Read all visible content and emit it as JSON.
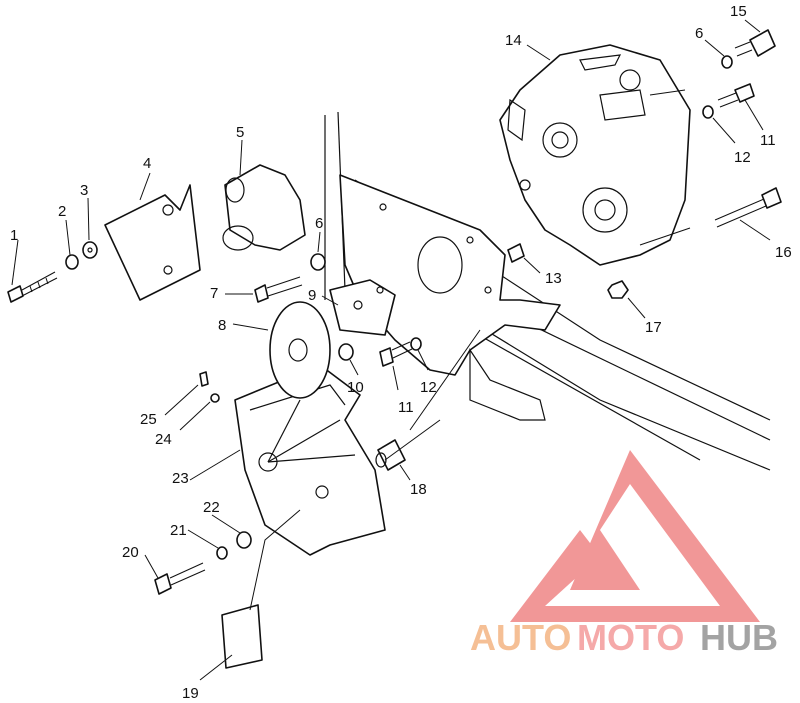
{
  "callouts": [
    {
      "id": "1",
      "text": "1"
    },
    {
      "id": "2",
      "text": "2"
    },
    {
      "id": "3",
      "text": "3"
    },
    {
      "id": "4",
      "text": "4"
    },
    {
      "id": "5",
      "text": "5"
    },
    {
      "id": "6a",
      "text": "6"
    },
    {
      "id": "6b",
      "text": "6"
    },
    {
      "id": "7",
      "text": "7"
    },
    {
      "id": "8",
      "text": "8"
    },
    {
      "id": "9",
      "text": "9"
    },
    {
      "id": "10",
      "text": "10"
    },
    {
      "id": "11a",
      "text": "11"
    },
    {
      "id": "11b",
      "text": "11"
    },
    {
      "id": "12a",
      "text": "12"
    },
    {
      "id": "12b",
      "text": "12"
    },
    {
      "id": "13",
      "text": "13"
    },
    {
      "id": "14",
      "text": "14"
    },
    {
      "id": "15",
      "text": "15"
    },
    {
      "id": "16",
      "text": "16"
    },
    {
      "id": "17",
      "text": "17"
    },
    {
      "id": "18",
      "text": "18"
    },
    {
      "id": "19",
      "text": "19"
    },
    {
      "id": "20",
      "text": "20"
    },
    {
      "id": "21",
      "text": "21"
    },
    {
      "id": "22",
      "text": "22"
    },
    {
      "id": "23",
      "text": "23"
    },
    {
      "id": "24",
      "text": "24"
    },
    {
      "id": "25",
      "text": "25"
    }
  ],
  "watermark": {
    "word_auto": "AUTO",
    "word_moto": "MOTO",
    "word_hub": "HUB",
    "colors": {
      "auto": "#f5b98a",
      "moto": "#f4a0a0",
      "hub": "#9a9a9a",
      "logo": "#f08c8c"
    }
  }
}
